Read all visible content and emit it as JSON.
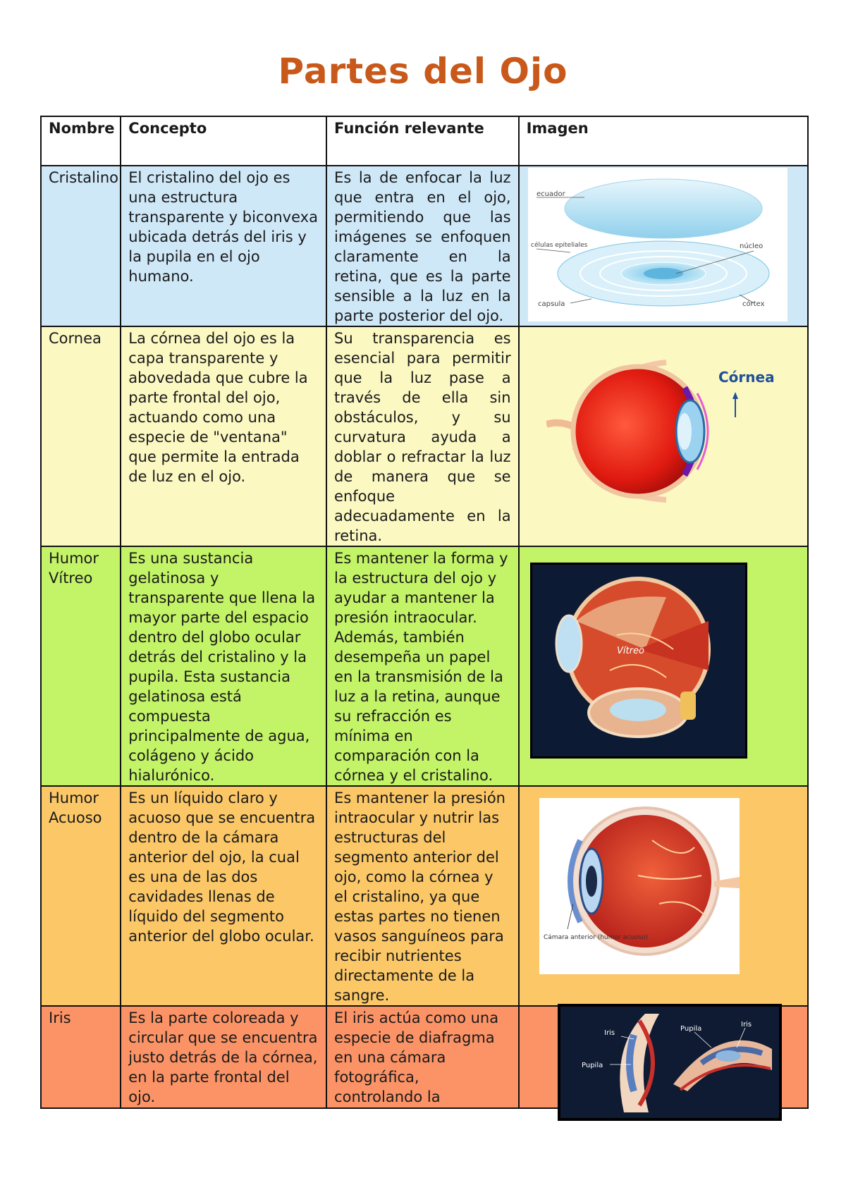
{
  "title": "Partes del Ojo",
  "headers": {
    "nombre": "Nombre",
    "concepto": "Concepto",
    "funcion": "Función relevante",
    "imagen": "Imagen"
  },
  "rows": [
    {
      "nombre": "Cristalino",
      "concepto": "El cristalino del ojo es una estructura transparente y biconvexa ubicada detrás del iris y la pupila en el ojo humano.",
      "funcion": "Es la de enfocar la luz que entra en el ojo, permitiendo que las imágenes se enfoquen claramente en la retina, que es la parte sensible a la luz en la parte posterior del ojo.",
      "color": "#cfe8f8",
      "image_labels": [
        "ecuador",
        "capsula",
        "núcleo",
        "córtex",
        "células epiteliales"
      ]
    },
    {
      "nombre": "Cornea",
      "concepto": "La córnea del ojo es la capa transparente y abovedada que cubre la parte frontal del ojo, actuando como una especie de \"ventana\" que permite la entrada de luz en el ojo.",
      "funcion": "Su transparencia es esencial para permitir que la luz pase a través de ella sin obstáculos, y su curvatura ayuda a doblar o refractar la luz de manera que se enfoque adecuadamente en la retina.",
      "color": "#fbf8c2",
      "image_labels": [
        "Córnea"
      ]
    },
    {
      "nombre": "Humor Vítreo",
      "concepto": "Es una sustancia gelatinosa y transparente que llena la mayor parte del espacio dentro del globo ocular detrás del cristalino y la pupila. Esta sustancia gelatinosa está compuesta principalmente de agua, colágeno y ácido hialurónico.",
      "funcion": "Es mantener la forma y la estructura del ojo y ayudar a mantener la presión intraocular. Además, también desempeña un papel en la transmisión de la luz a la retina, aunque su refracción es mínima en comparación con la córnea y el cristalino.",
      "color": "#c3f367",
      "image_labels": [
        "Vítreo"
      ]
    },
    {
      "nombre": "Humor Acuoso",
      "concepto": "Es un líquido claro y acuoso que se encuentra dentro de la cámara anterior del ojo, la cual es una de las dos cavidades llenas de líquido del segmento anterior del globo ocular.",
      "funcion": "Es mantener la presión intraocular y nutrir las estructuras del segmento anterior del ojo, como la córnea y el cristalino, ya que estas partes no tienen vasos sanguíneos para recibir nutrientes directamente de la sangre.",
      "color": "#fbc767",
      "image_labels": [
        "Cámara anterior (humor acuoso)"
      ]
    },
    {
      "nombre": "Iris",
      "concepto": "Es la parte coloreada y circular que se encuentra justo detrás de la córnea, en la parte frontal del ojo.",
      "funcion": "El iris actúa como una especie de diafragma en una cámara fotográfica, controlando la",
      "color": "#fb9366",
      "image_labels": [
        "Iris",
        "Pupila",
        "Pupila",
        "Iris"
      ]
    }
  ]
}
